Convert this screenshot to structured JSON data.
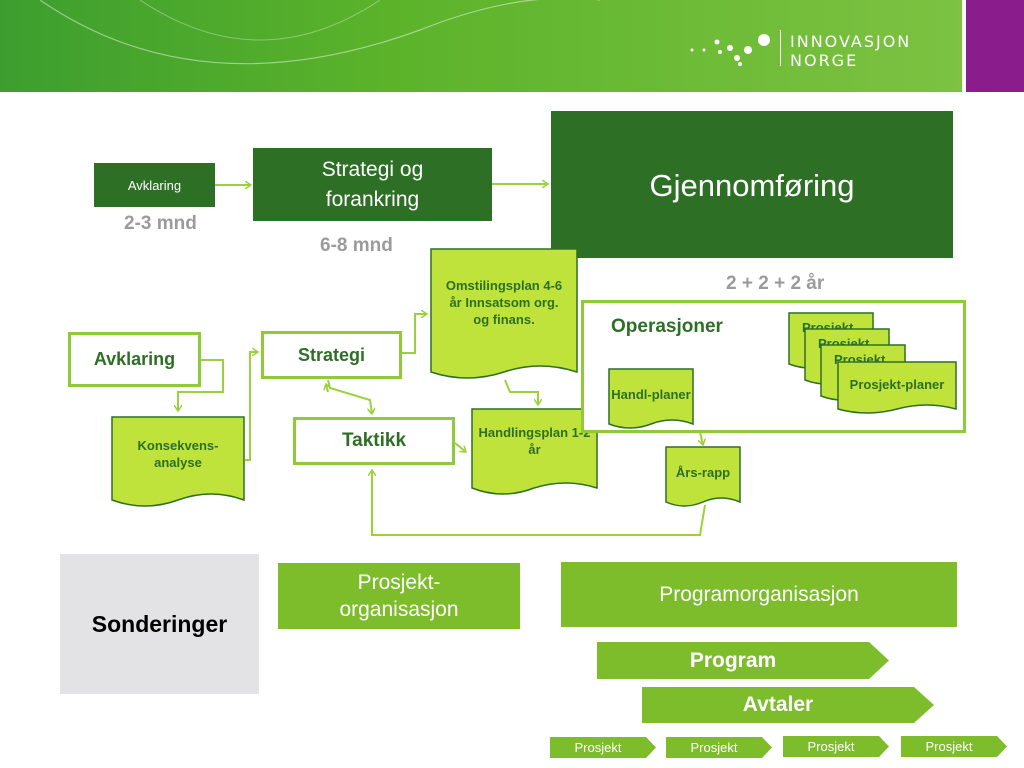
{
  "header": {
    "logo_line1": "INNOVASJON",
    "logo_line2": "NORGE",
    "colors": {
      "banner_green": "#5bb32a",
      "purple": "#8b1c8c",
      "dark_green": "#2e6f26",
      "light_green": "#7dbc2a",
      "doc_green": "#bfe33a"
    }
  },
  "phases": {
    "avklaring": "Avklaring",
    "avklaring_time": "2-3 mnd",
    "strategi": "Strategi og forankring",
    "strategi_time": "6-8 mnd",
    "gjennomforing": "Gjennomføring",
    "gjennomforing_time": "2 + 2 + 2 år"
  },
  "flow": {
    "avklaring": "Avklaring",
    "konsekvens": "Konsekvens-analyse",
    "strategi": "Strategi",
    "taktikk": "Taktikk",
    "omstillingsplan": "Omstilingsplan 4-6 år Innsatsom org. og finans.",
    "handlingsplan": "Handlingsplan 1-2 år",
    "operasjoner": "Operasjoner",
    "handlplaner": "Handl-planer",
    "prosjekt_stack": [
      "Prosjekt",
      "Prosjekt",
      "Prosjekt"
    ],
    "prosjektplaner": "Prosjekt-planer",
    "arsrapp": "Års-rapp"
  },
  "organisation": {
    "sonderinger": "Sonderinger",
    "prosjektorg": "Prosjekt-organisasjon",
    "programorg": "Programorganisasjon",
    "program": "Program",
    "avtaler": "Avtaler",
    "prosjekter": [
      "Prosjekt",
      "Prosjekt",
      "Prosjekt",
      "Prosjekt"
    ]
  }
}
